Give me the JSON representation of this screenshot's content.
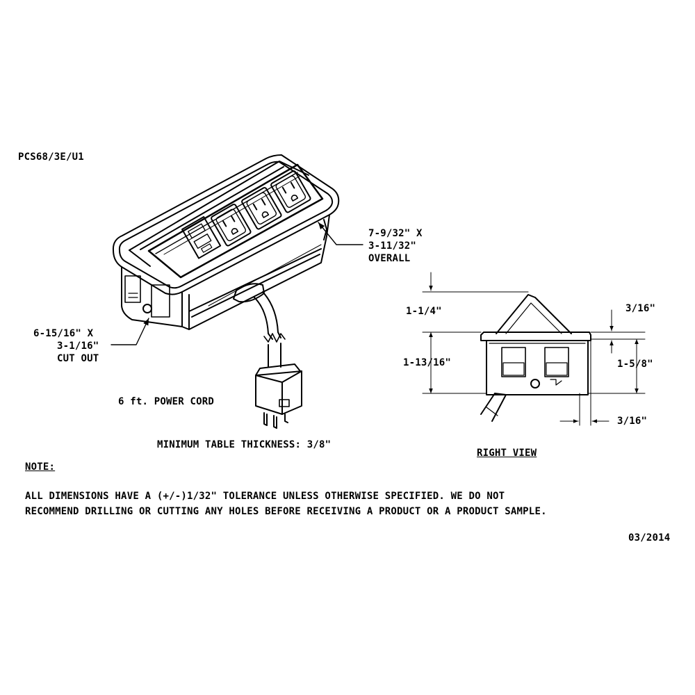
{
  "model": "PCS68/3E/U1",
  "labels": {
    "overall_dims": [
      "7-9/32\" X",
      "3-11/32\"",
      "OVERALL"
    ],
    "cutout_dims": [
      "6-15/16\" X",
      "3-1/16\"",
      "CUT OUT"
    ],
    "cord": "6 ft. POWER CORD",
    "min_thickness": "MINIMUM TABLE THICKNESS: 3/8\"",
    "right_view_title": "RIGHT VIEW",
    "right_view_dims": {
      "top_height": "1-1/4\"",
      "lower_height": "1-13/16\"",
      "lip": "3/16\"",
      "body_height": "1-5/8\"",
      "flange": "3/16\""
    }
  },
  "note": {
    "heading": "NOTE:",
    "line1": "ALL DIMENSIONS HAVE A (+/-)1/32\" TOLERANCE UNLESS OTHERWISE SPECIFIED. WE DO NOT",
    "line2": "RECOMMEND DRILLING OR CUTTING ANY HOLES BEFORE RECEIVING A PRODUCT OR A PRODUCT SAMPLE."
  },
  "date": "03/2014"
}
